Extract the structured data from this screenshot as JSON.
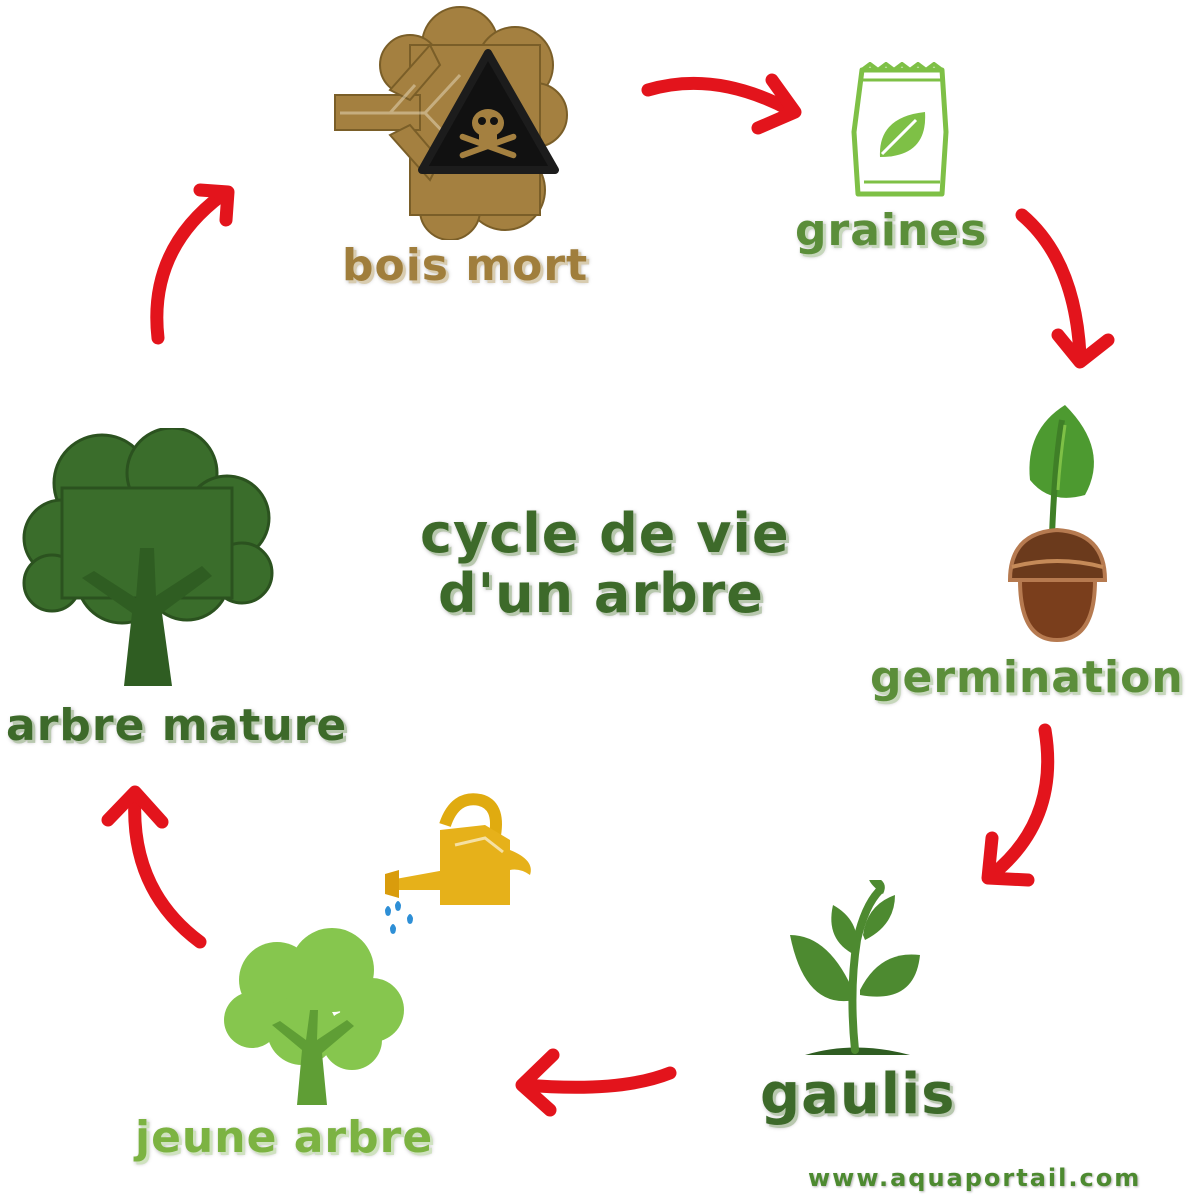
{
  "title": {
    "line1": "cycle de vie",
    "line2": "d'un arbre"
  },
  "stages": {
    "dead_wood": {
      "label": "bois mort",
      "icon": "dead-wood-warning-icon"
    },
    "seeds": {
      "label": "graines",
      "icon": "seed-bag-icon"
    },
    "germination": {
      "label": "germination",
      "icon": "acorn-sprout-icon"
    },
    "sapling": {
      "label": "gaulis",
      "icon": "young-plant-icon"
    },
    "young_tree": {
      "label": "jeune arbre",
      "icon": "young-tree-icon"
    },
    "mature_tree": {
      "label": "arbre mature",
      "icon": "mature-tree-icon"
    }
  },
  "watermark": "www.aquaportail.com",
  "colors": {
    "arrow": "#e3141c",
    "dark_green": "#2f5d22",
    "light_green": "#7ec046",
    "brown": "#a07e3c"
  }
}
